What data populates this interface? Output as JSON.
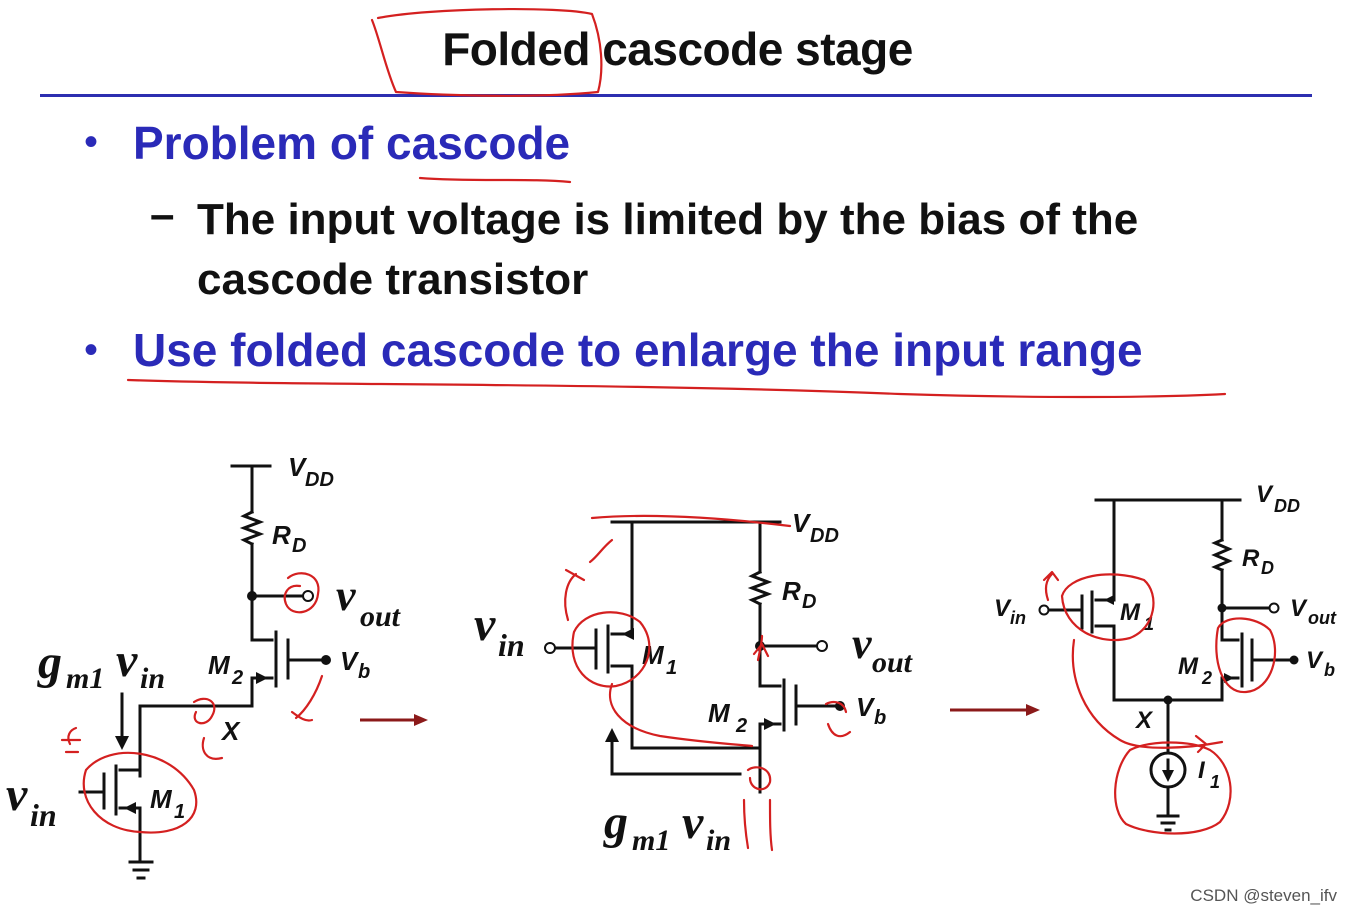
{
  "slide": {
    "title": "Folded cascode stage",
    "bullet1": "Problem of cascode",
    "sub_dash": "–",
    "sub1_line1": "The input voltage is limited by the bias of the",
    "sub1_line2": "cascode transistor",
    "bullet2": "Use folded cascode to enlarge the input range",
    "bullet_glyph": "•"
  },
  "circuits": {
    "vdd": "V",
    "vdd_sub": "DD",
    "rd": "R",
    "rd_sub": "D",
    "v": "v",
    "in_sub": "in",
    "out_sub": "out",
    "V": "V",
    "b_sub": "b",
    "m": "M",
    "one": "1",
    "two": "2",
    "x": "X",
    "gm": "g",
    "gm_sub": "m1",
    "i": "I",
    "v_in_small": "V",
    "v_out_small": "V"
  },
  "watermark": "CSDN @steven_ifv",
  "colors": {
    "title_rule": "#2d2fb0",
    "bullet_text": "#2a2ab8",
    "annotation": "#d42020",
    "arrow": "#8b1a1a"
  }
}
